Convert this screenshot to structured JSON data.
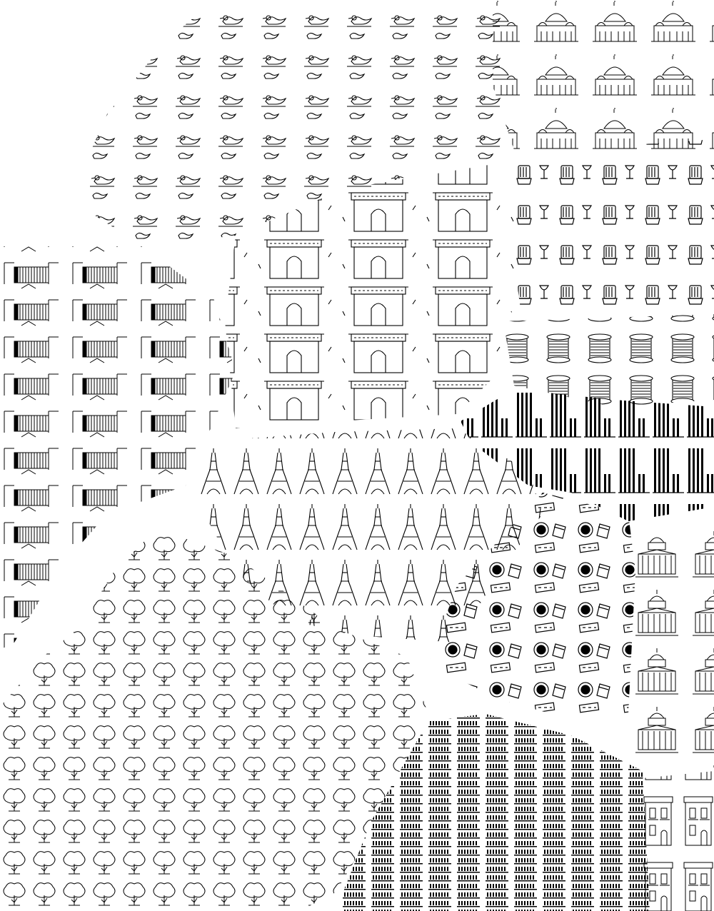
{
  "artwork": {
    "kind": "black-and-white Paris landmark pattern collage",
    "background": "#ffffff",
    "ink": "#000000"
  },
  "patterns": [
    {
      "id": "ducks",
      "icon": "duck-icon"
    },
    {
      "id": "sacre-coeur",
      "icon": "sacre-coeur-basilica-icon"
    },
    {
      "id": "cinema",
      "icon": "cinema-seat-and-wine-glass-icon"
    },
    {
      "id": "arc",
      "icon": "arc-de-triomphe-icon"
    },
    {
      "id": "balcony",
      "icon": "balcony-railing-icon"
    },
    {
      "id": "spools",
      "icon": "thread-spool-icon"
    },
    {
      "id": "stripes",
      "icon": "buren-columns-icon"
    },
    {
      "id": "eiffel",
      "icon": "eiffel-tower-icon"
    },
    {
      "id": "books",
      "icon": "book-and-record-icon"
    },
    {
      "id": "pantheon",
      "icon": "pantheon-dome-icon"
    },
    {
      "id": "trees",
      "icon": "tree-icon"
    },
    {
      "id": "grid",
      "icon": "building-facade-grid-icon"
    },
    {
      "id": "houses",
      "icon": "haussmann-house-icon"
    }
  ]
}
